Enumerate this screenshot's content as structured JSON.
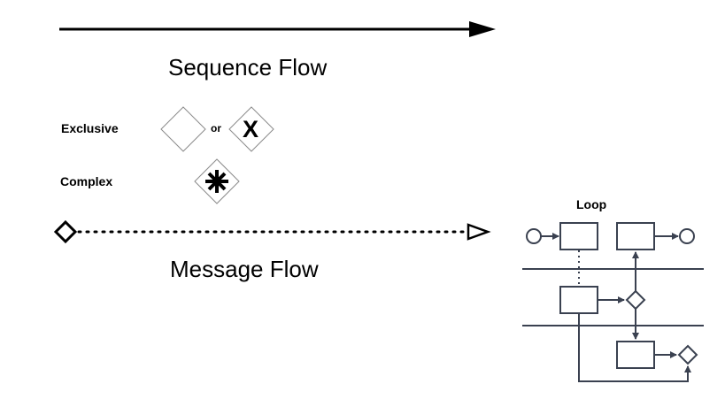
{
  "sequence_flow": {
    "label": "Sequence Flow"
  },
  "message_flow": {
    "label": "Message Flow"
  },
  "gateways": {
    "exclusive": {
      "label": "Exclusive",
      "or_text": "or",
      "marker": "X"
    },
    "complex": {
      "label": "Complex"
    }
  },
  "loop": {
    "title": "Loop"
  }
}
